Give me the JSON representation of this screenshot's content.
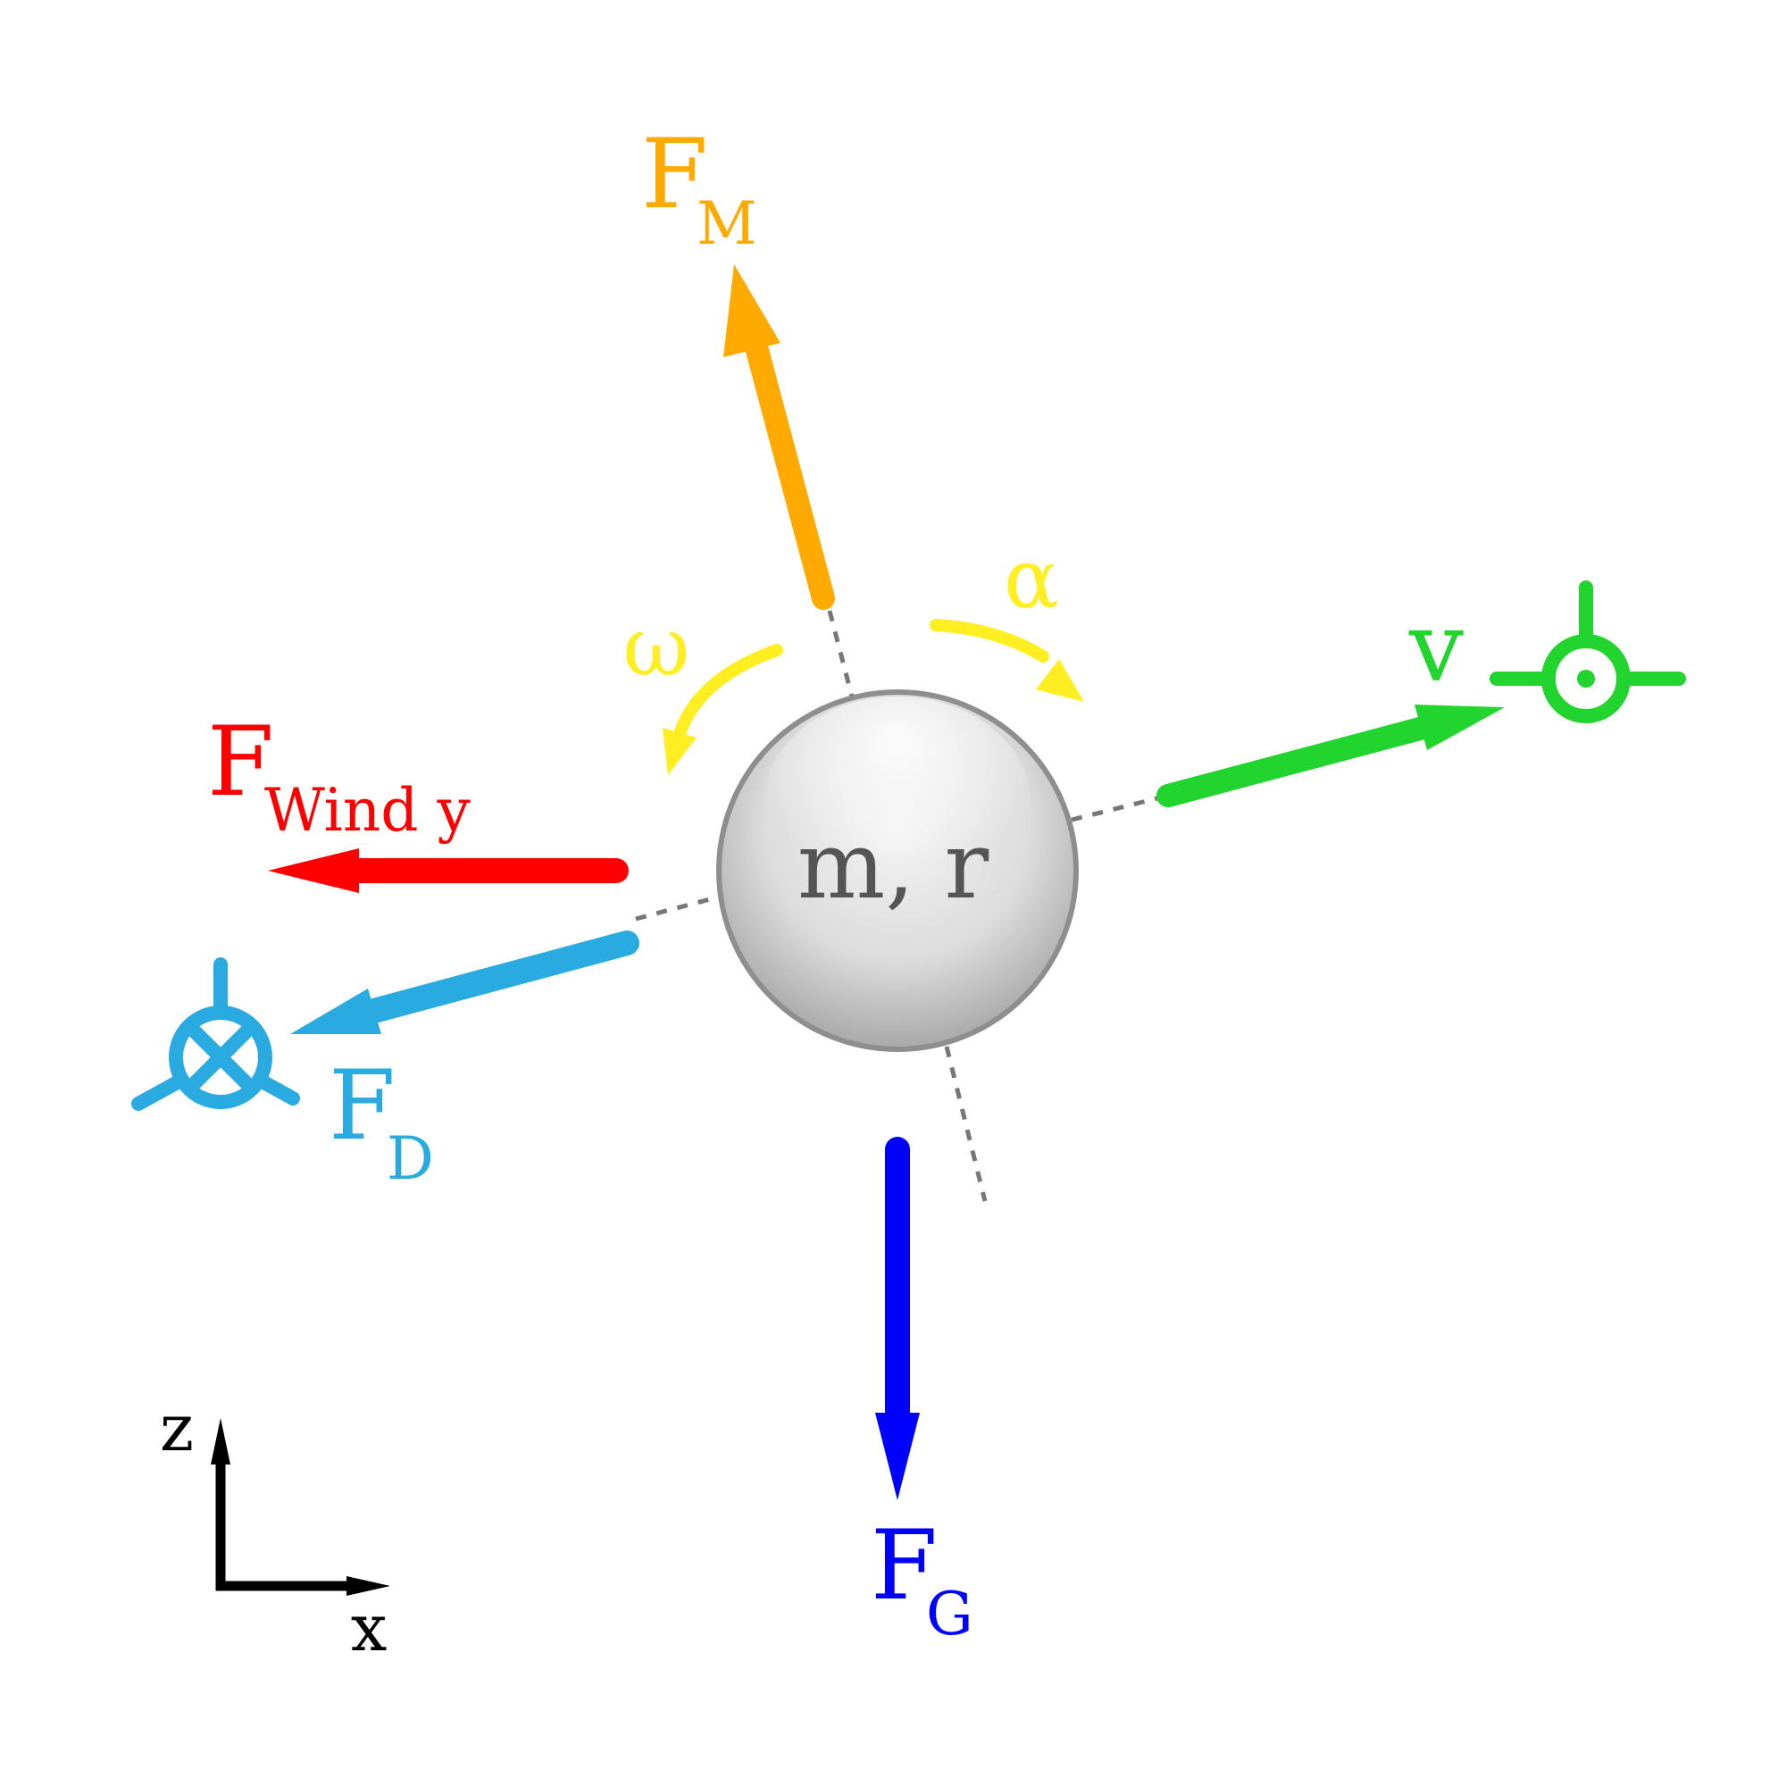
{
  "sphere_label": "m, r",
  "forces": {
    "magnus": {
      "symbol": "F",
      "subscript": "M",
      "color": "#ffaa00"
    },
    "wind": {
      "symbol": "F",
      "subscript": "Wind y",
      "color": "#ff0000"
    },
    "drag": {
      "symbol": "F",
      "subscript": "D",
      "color": "#29abe2"
    },
    "gravity": {
      "symbol": "F",
      "subscript": "G",
      "color": "#0000ff"
    },
    "velocity": {
      "symbol": "v",
      "color": "#22d42e"
    }
  },
  "rotation": {
    "omega": "ω",
    "alpha": "α",
    "color": "#ffee22"
  },
  "axes": {
    "vertical": "z",
    "horizontal": "x",
    "color": "#000000"
  }
}
